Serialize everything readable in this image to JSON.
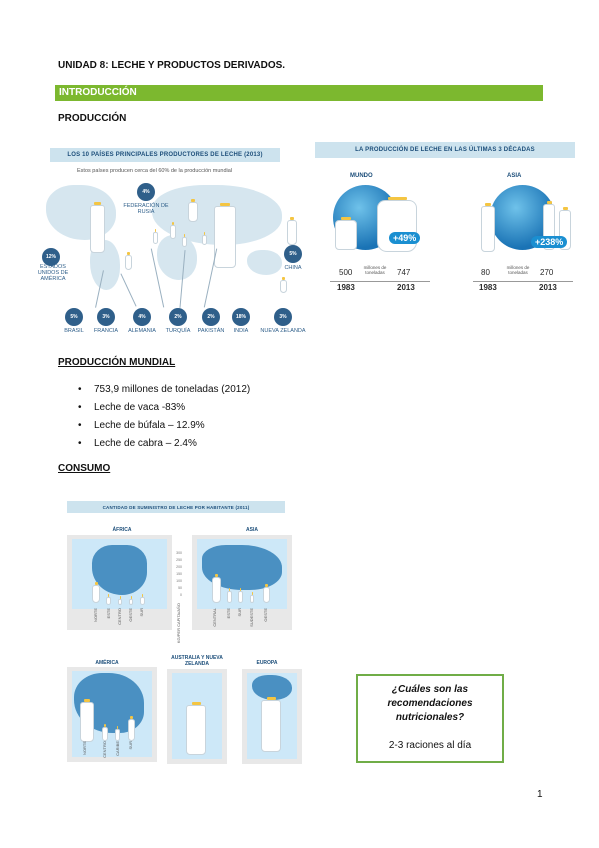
{
  "doc": {
    "unit_title": "UNIDAD 8: LECHE Y PRODUCTOS DERIVADOS.",
    "intro_bar": "INTRODUCCIÓN",
    "production_heading": "PRODUCCIÓN",
    "world_heading": "PRODUCCIÓN MUNDIAL",
    "world_items": [
      "753,9 millones de toneladas (2012)",
      "Leche de vaca -83%",
      "Leche de búfala – 12.9%",
      "Leche de cabra – 2.4%"
    ],
    "consumption_heading": "CONSUMO",
    "question": "¿Cuáles son las recomendaciones nutricionales?",
    "answer": "2-3 raciones al día",
    "page_number": "1"
  },
  "producers": {
    "title": "LOS 10 PAÍSES PRINCIPALES PRODUCTORES DE LECHE (2013)",
    "subtitle": "Estos países producen cerca del 60% de la producción mundial",
    "countries": [
      {
        "name": "ESTADOS UNIDOS DE AMÉRICA",
        "pct": "12%"
      },
      {
        "name": "FEDERACIÓN DE RUSIA",
        "pct": "4%"
      },
      {
        "name": "CHINA",
        "pct": "5%"
      },
      {
        "name": "BRASIL",
        "pct": "5%"
      },
      {
        "name": "FRANCIA",
        "pct": "3%"
      },
      {
        "name": "ALEMANIA",
        "pct": "4%"
      },
      {
        "name": "TURQUÍA",
        "pct": "2%"
      },
      {
        "name": "PAKISTÁN",
        "pct": "2%"
      },
      {
        "name": "INDIA",
        "pct": "18%"
      },
      {
        "name": "NUEVA ZELANDA",
        "pct": "3%"
      }
    ]
  },
  "decades": {
    "title": "LA PRODUCCIÓN DE LECHE EN LAS ÚLTIMAS 3 DÉCADAS",
    "world": {
      "label": "MUNDO",
      "v1983": "500",
      "v2013": "747",
      "unit": "millones de toneladas",
      "y1": "1983",
      "y2": "2013",
      "badge": "+49%"
    },
    "asia": {
      "label": "ASIA",
      "v1983": "80",
      "v2013": "270",
      "unit": "millones de toneladas",
      "y1": "1983",
      "y2": "2013",
      "badge": "+238%"
    }
  },
  "consumption": {
    "title": "CANTIDAD DE SUMINISTRO DE LECHE POR HABITANTE (2011)",
    "africa": {
      "label": "ÁFRICA",
      "regions": [
        "NORTE",
        "ESTE",
        "CENTRO",
        "OESTE",
        "SUR"
      ]
    },
    "asia": {
      "label": "ASIA",
      "regions": [
        "CENTRAL",
        "ESTE",
        "SUR",
        "SUDESTE",
        "OESTE"
      ]
    },
    "america": {
      "label": "AMÉRICA",
      "regions": [
        "NORTE",
        "CENTRO",
        "CARIBE",
        "SUR"
      ]
    },
    "oceania": {
      "label": "AUSTRALIA Y NUEVA ZELANDA"
    },
    "europe": {
      "label": "EUROPA"
    },
    "ticks_a": [
      "300",
      "250",
      "200",
      "150",
      "100",
      "50",
      "0"
    ],
    "axis_label": "KG/PER CAPITA/AÑO"
  }
}
